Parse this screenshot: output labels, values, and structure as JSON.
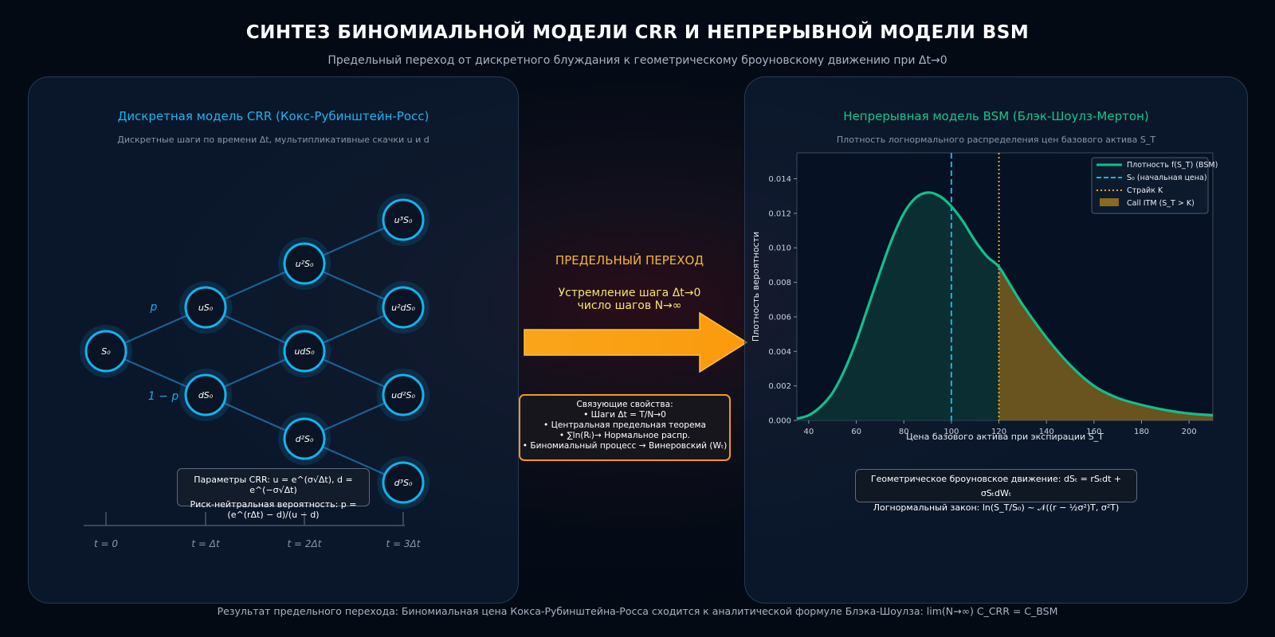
{
  "header": {
    "title": "СИНТЕЗ БИНОМИАЛЬНОЙ МОДЕЛИ CRR И НЕПРЕРЫВНОЙ МОДЕЛИ BSM",
    "subtitle": "Предельный переход от дискретного блуждания к геометрическому броуновскому движению при Δt→0"
  },
  "left": {
    "title": "Дискретная модель CRR (Кокс-Рубинштейн-Росс)",
    "subtitle": "Дискретные шаги по времени Δt, мультипликативные скачки u и d",
    "nodes": [
      "S₀",
      "uS₀",
      "dS₀",
      "u²S₀",
      "udS₀",
      "d²S₀",
      "u³S₀",
      "u²dS₀",
      "ud²S₀",
      "d³S₀"
    ],
    "prob_up": "p",
    "prob_down": "1 − p",
    "time_labels": [
      "t = 0",
      "t = Δt",
      "t = 2Δt",
      "t = 3Δt"
    ],
    "params_line1": "Параметры CRR:  u = e^(σ√Δt),   d = e^(−σ√Δt)",
    "params_line2": "Риск-нейтральная вероятность:  p = (e^(rΔt) − d)/(u − d)"
  },
  "middle": {
    "heading": "ПРЕДЕЛЬНЫЙ ПЕРЕХОД",
    "line1": "Устремление шага Δt→0",
    "line2": "число шагов N→∞",
    "props": [
      "Связующие свойства:",
      "• Шаги Δt = T/N→0",
      "• Центральная предельная теорема",
      "• ∑ln(Rᵢ)→ Нормальное распр.",
      "• Биномиальный процесс → Винеровский (Wₜ)"
    ]
  },
  "right": {
    "title": "Непрерывная модель BSM (Блэк-Шоулз-Мертон)",
    "subtitle": "Плотность логнормального распределения цен базового актива S_T",
    "bsm_line1": "Геометрическое броуновское движение:  dSₜ = rSₜdt + σSₜdWₜ",
    "bsm_line2": "Логнормальный закон:  ln(S_T/S₀) ~ 𝒩((r − ½σ²)T,  σ²T)"
  },
  "footer": "Результат предельного перехода: Биномиальная цена Кокса-Рубинштейна-Росса сходится к аналитической формуле Блэка-Шоулза:  lim(N→∞) C_CRR = C_BSM",
  "chart_data": {
    "type": "area",
    "xlabel": "Цена базового актива при экспирации S_T",
    "ylabel": "Плотность вероятности",
    "xlim": [
      35,
      210
    ],
    "ylim": [
      0,
      0.0155
    ],
    "xticks": [
      40,
      60,
      80,
      100,
      120,
      140,
      160,
      180,
      200
    ],
    "yticks": [
      0.0,
      0.002,
      0.004,
      0.006,
      0.008,
      0.01,
      0.012,
      0.014
    ],
    "grid": false,
    "legend_position": "top-right",
    "series": [
      {
        "name": "Плотность f(S_T) (BSM)",
        "color": "#12c08a",
        "x": [
          35,
          40,
          45,
          50,
          55,
          60,
          65,
          70,
          75,
          80,
          85,
          90,
          95,
          100,
          105,
          110,
          115,
          120,
          125,
          130,
          140,
          150,
          160,
          170,
          180,
          190,
          200,
          210
        ],
        "values": [
          0.0001,
          0.0003,
          0.0008,
          0.0016,
          0.0029,
          0.0046,
          0.0066,
          0.0086,
          0.0105,
          0.012,
          0.0129,
          0.0132,
          0.013,
          0.0124,
          0.0115,
          0.0104,
          0.0095,
          0.0089,
          0.0078,
          0.0067,
          0.0048,
          0.0032,
          0.002,
          0.0013,
          0.0009,
          0.0006,
          0.0004,
          0.0003
        ]
      }
    ],
    "vlines": [
      {
        "name": "S₀ (начальная цена)",
        "x": 100,
        "color": "#14b4e6",
        "style": "dashed"
      },
      {
        "name": "Страйк K",
        "x": 120,
        "color": "#f5a623",
        "style": "dotted"
      }
    ],
    "shaded": {
      "name": "Call ITM (S_T > K)",
      "from": 120,
      "color": "#8b6a1e"
    }
  }
}
